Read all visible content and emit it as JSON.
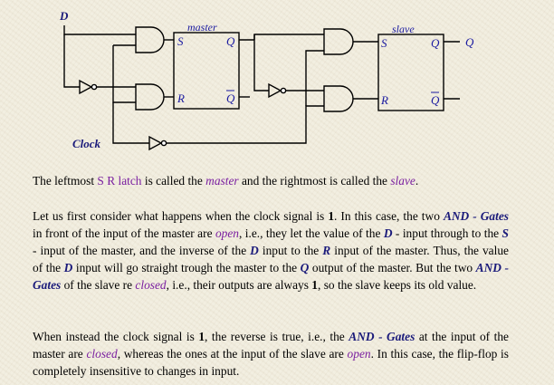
{
  "diagram": {
    "input_d": "D",
    "input_clock": "Clock",
    "master_title": "master",
    "slave_title": "slave",
    "pin_s": "S",
    "pin_r": "R",
    "pin_q": "Q",
    "pin_qbar": "Q",
    "output_q": "Q"
  },
  "paragraph1": {
    "t1": "The leftmost ",
    "t2": "S R latch",
    "t3": " is called the ",
    "t4": "master",
    "t5": " and the rightmost is called the ",
    "t6": "slave",
    "t7": "."
  },
  "paragraph2": {
    "t1": "Let us first consider what happens when the clock signal is ",
    "t2": "1",
    "t3": ". In this case, the two ",
    "t4": "AND - Gates",
    "t5": " in front of the input of the master are ",
    "t6": "open",
    "t7": ", i.e., they let the value of the ",
    "t8": "D",
    "t9": " - input through to the ",
    "t10": "S",
    "t11": " - input of the master, and the inverse of the ",
    "t12": "D",
    "t13": " input to the ",
    "t14": "R",
    "t15": " input of the master. Thus, the value of the ",
    "t16": "D",
    "t17": " input will go straight trough the master to the ",
    "t18": "Q",
    "t19": " output of the master. But the two ",
    "t20": "AND - Gates",
    "t21": " of the slave re ",
    "t22": "closed",
    "t23": ", i.e., their outputs are always ",
    "t24": "1",
    "t25": ", so the slave keeps its old value."
  },
  "paragraph3": {
    "t1": "When instead the clock signal is ",
    "t2": "1",
    "t3": ", the reverse is true, i.e., the ",
    "t4": "AND - Gates",
    "t5": " at the input of the master are ",
    "t6": "closed",
    "t7": ", whereas the ones at the input of the slave are ",
    "t8": "open",
    "t9": ". In this case, the flip-flop is completely insensitive to changes in input."
  }
}
